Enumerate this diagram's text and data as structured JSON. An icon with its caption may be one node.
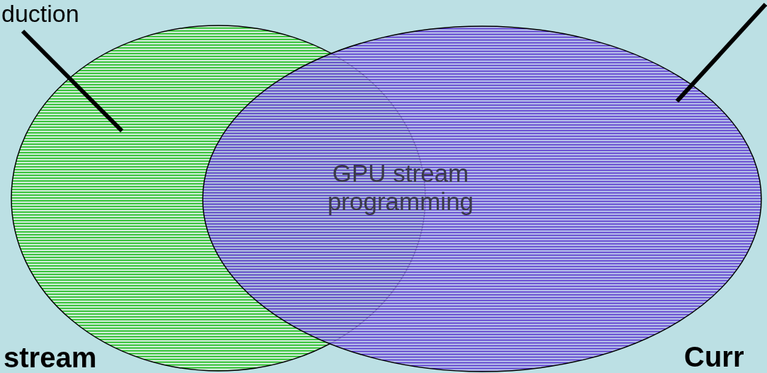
{
  "diagram": {
    "nodes": [
      {
        "text": [
          "stream"
        ]
      },
      {
        "text": [
          "Curr"
        ]
      },
      {
        "text": [
          "duction"
        ]
      }
    ],
    "edges": [
      {
        "from": 2,
        "to": 0,
        "arrow": "none"
      },
      {
        "from": null,
        "to": 1,
        "arrow": "none"
      }
    ],
    "labels": [
      "GPU stream programming"
    ]
  }
}
